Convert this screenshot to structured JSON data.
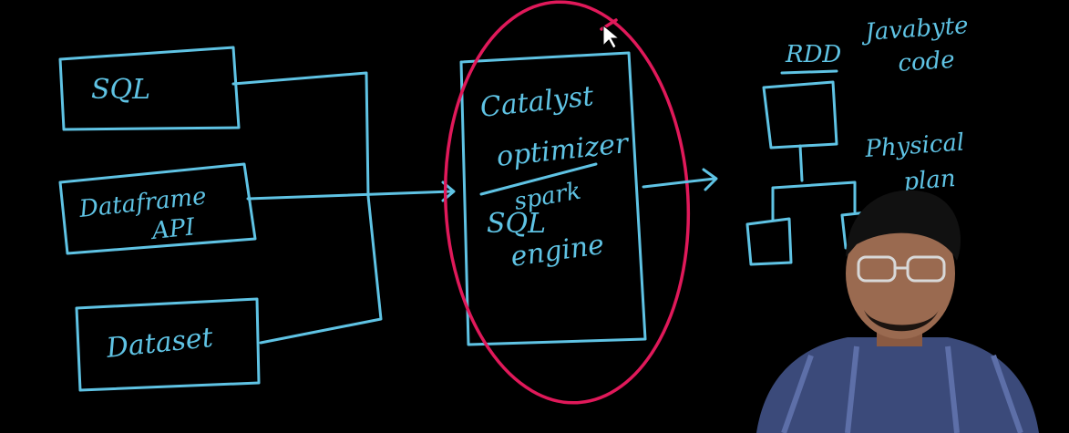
{
  "inputs": {
    "sql": "SQL",
    "dataframe_line1": "Dataframe",
    "dataframe_line2": "API",
    "dataset": "Dataset"
  },
  "engine": {
    "catalyst": "Catalyst",
    "optimizer": "optimizer",
    "spark": "spark",
    "sql": "SQL",
    "engine": "engine"
  },
  "outputs": {
    "rdd": "RDD",
    "javabyte_line1": "Javabyte",
    "javabyte_line2": "code",
    "physical_line1": "Physical",
    "physical_line2": "plan"
  },
  "colors": {
    "background": "#000000",
    "ink_blue": "#5fc3e4",
    "ink_red": "#e0195a"
  }
}
